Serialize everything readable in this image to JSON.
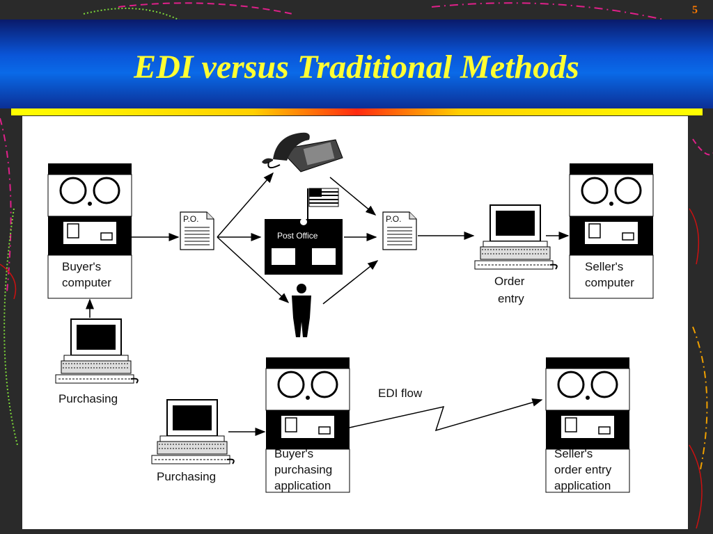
{
  "slide": {
    "title": "EDI versus Traditional Methods",
    "page_number": "5"
  },
  "diagram": {
    "traditional": {
      "buyer_computer": [
        "Buyer's",
        "computer"
      ],
      "po_doc_left": "P.O.",
      "post_office_sign": "Post Office",
      "po_doc_right": "P.O.",
      "order_entry": [
        "Order",
        "entry"
      ],
      "seller_computer": [
        "Seller's",
        "computer"
      ],
      "purchasing": "Purchasing"
    },
    "edi": {
      "purchasing": "Purchasing",
      "buyer_app": [
        "Buyer's",
        "purchasing",
        "application"
      ],
      "edi_flow": "EDI flow",
      "seller_app": [
        "Seller's",
        "order entry",
        "application"
      ]
    }
  }
}
